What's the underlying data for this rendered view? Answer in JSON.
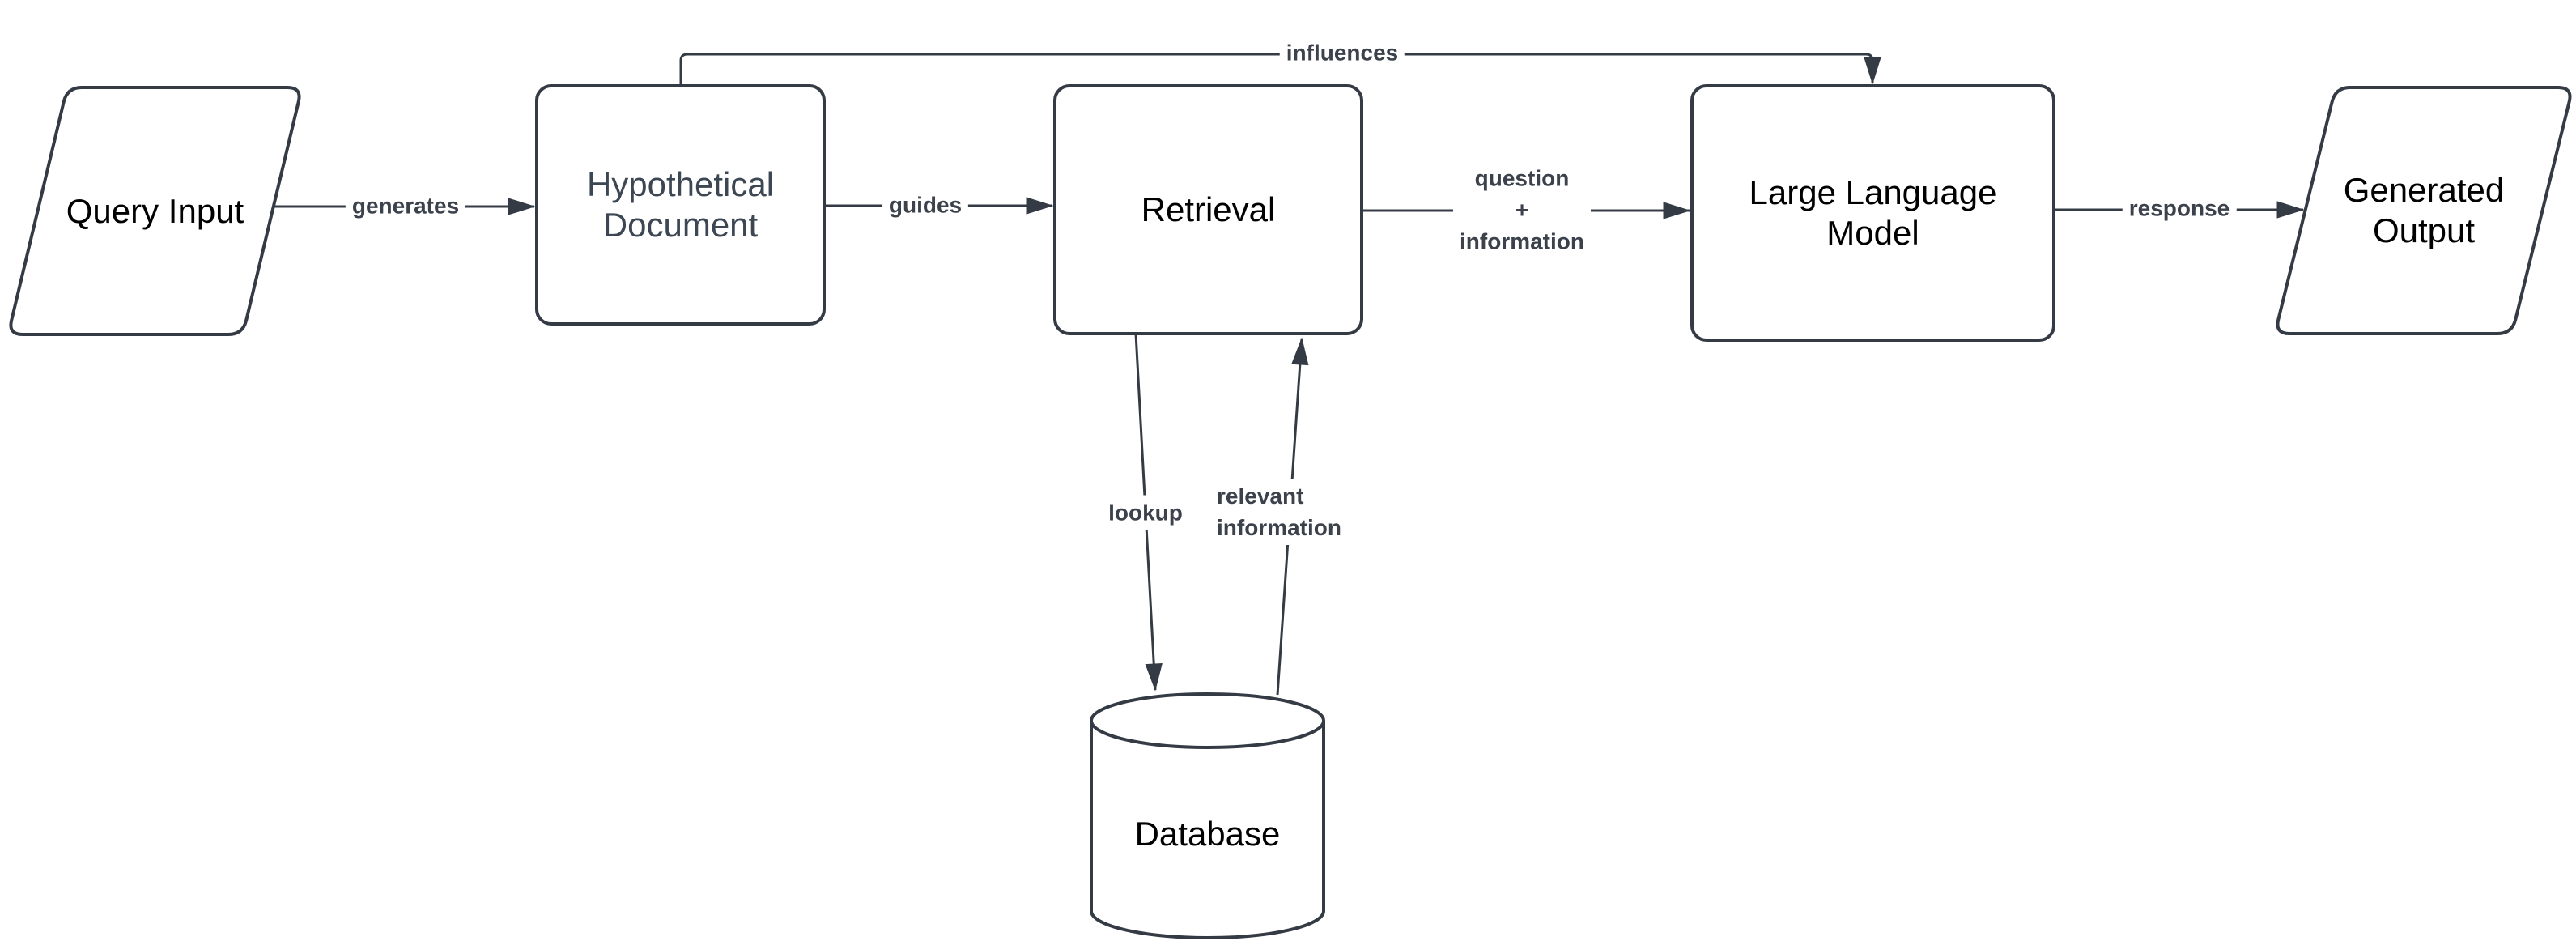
{
  "diagram": {
    "description": "Flowchart of a hypothetical-document (HyDE) retrieval-augmented generation pipeline",
    "colors": {
      "background": "#ffffff",
      "stroke": "#343b45",
      "node_fill": "#ffffff",
      "node_text": "#000000",
      "hypothetical_text": "#3d4754",
      "edge_label_text": "#3b424c"
    },
    "nodes": {
      "query_input": {
        "label": "Query Input",
        "shape": "parallelogram"
      },
      "hypothetical_document": {
        "line1": "Hypothetical",
        "line2": "Document",
        "shape": "rounded-rect"
      },
      "retrieval": {
        "label": "Retrieval",
        "shape": "rounded-rect"
      },
      "large_language_model": {
        "line1": "Large Language",
        "line2": "Model",
        "shape": "rounded-rect"
      },
      "generated_output": {
        "line1": "Generated",
        "line2": "Output",
        "shape": "parallelogram"
      },
      "database": {
        "label": "Database",
        "shape": "cylinder"
      }
    },
    "edges": {
      "generates": {
        "from": "query_input",
        "to": "hypothetical_document",
        "label": "generates"
      },
      "guides": {
        "from": "hypothetical_document",
        "to": "retrieval",
        "label": "guides"
      },
      "influences": {
        "from": "hypothetical_document",
        "to": "large_language_model",
        "label": "influences"
      },
      "question_information": {
        "from": "retrieval",
        "to": "large_language_model",
        "line1": "question",
        "line2": "+",
        "line3": "information"
      },
      "response": {
        "from": "large_language_model",
        "to": "generated_output",
        "label": "response"
      },
      "lookup": {
        "from": "retrieval",
        "to": "database",
        "label": "lookup"
      },
      "relevant_information": {
        "from": "database",
        "to": "retrieval",
        "line1": "relevant",
        "line2": "information"
      }
    }
  }
}
